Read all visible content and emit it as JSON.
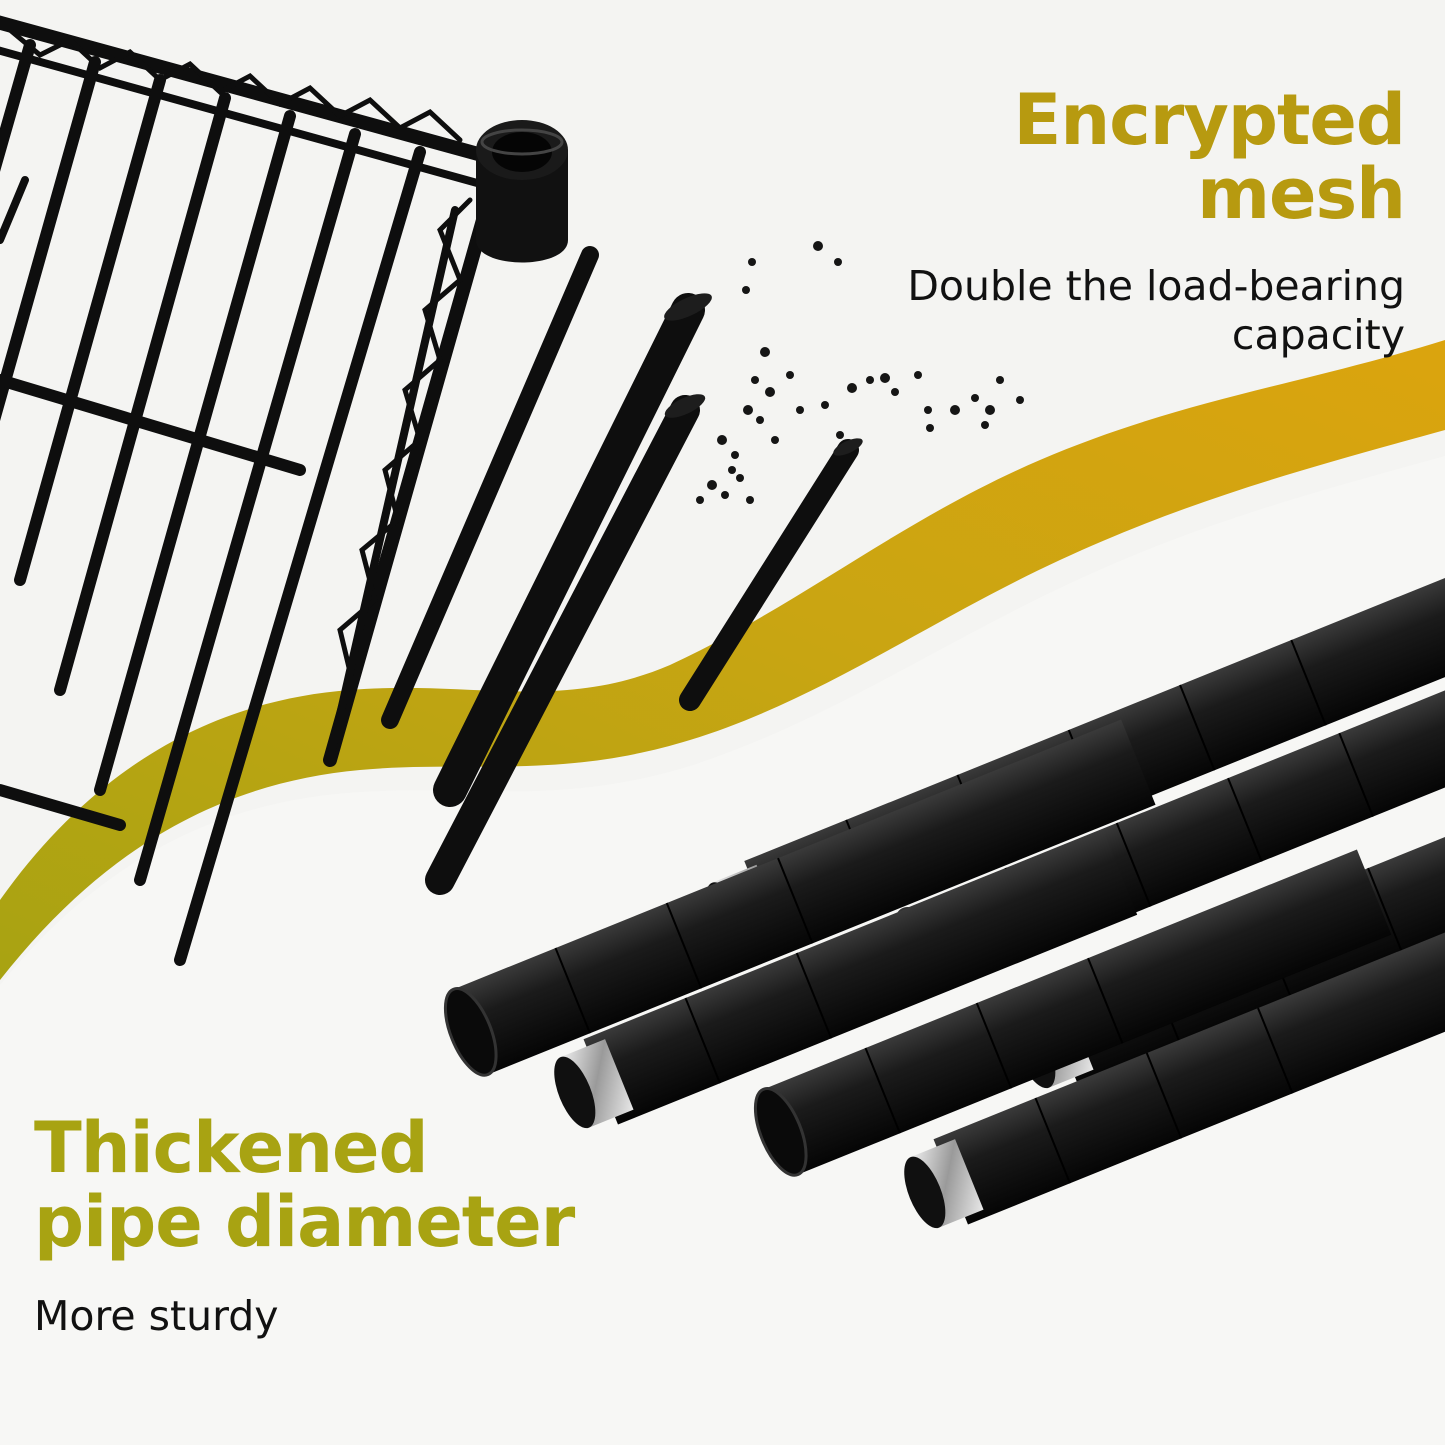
{
  "colors": {
    "accent_gold": "#b79a10",
    "accent_olive": "#a8a312",
    "accent_amber": "#d9a20f",
    "text_dark": "#111111",
    "background": "#f5f5f3",
    "steel_black": "#111111"
  },
  "top_feature": {
    "title_line1": "Encrypted",
    "title_line2": "mesh",
    "subtitle_line1": "Double the load-bearing",
    "subtitle_line2": "capacity"
  },
  "bottom_feature": {
    "title_line1": "Thickened",
    "title_line2": "pipe diameter",
    "subtitle": "More sturdy"
  },
  "illustrations": {
    "shelf": "wire-mesh-shelf",
    "rods": "cut-wire-rods",
    "poles": "threaded-shelf-poles"
  }
}
